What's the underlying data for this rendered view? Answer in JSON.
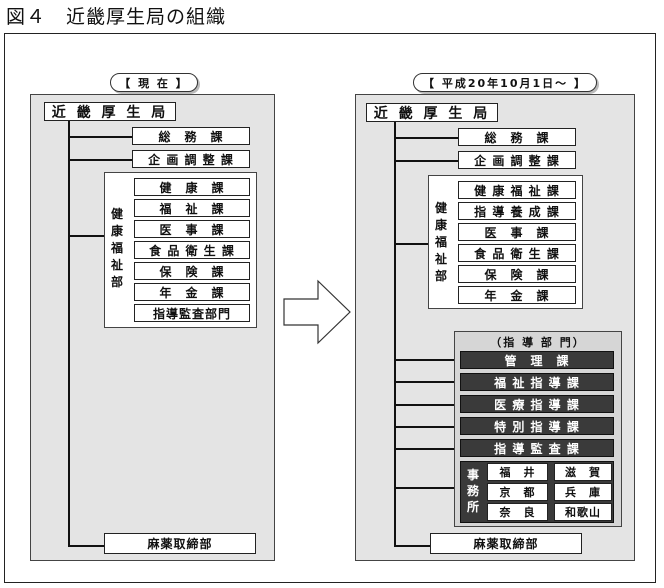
{
  "title": "図４　近畿厚生局の組織",
  "left": {
    "tag": "【 現 在 】",
    "head": "近 畿 厚 生 局",
    "top_units": [
      "総　務　課",
      "企 画 調 整 課"
    ],
    "dept_label": [
      "健",
      "康",
      "福",
      "祉",
      "部"
    ],
    "dept_units": [
      "健　康　課",
      "福　祉　課",
      "医　事　課",
      "食 品 衛 生 課",
      "保　険　課",
      "年　金　課",
      "指導監査部門"
    ],
    "bottom": "麻薬取締部"
  },
  "right": {
    "tag": "【 平成20年10月1日～ 】",
    "head": "近 畿 厚 生 局",
    "top_units": [
      "総　務　課",
      "企 画 調 整 課"
    ],
    "dept_label": [
      "健",
      "康",
      "福",
      "祉",
      "部"
    ],
    "dept_units": [
      "健 康 福 祉 課",
      "指 導 養 成 課",
      "医　事　課",
      "食 品 衛 生 課",
      "保　険　課",
      "年　金　課"
    ],
    "division_label": "（指 導 部 門）",
    "division_units": [
      "管　理　課",
      "福 祉 指 導 課",
      "医 療 指 導 課",
      "特 別 指 導 課",
      "指 導 監 査 課"
    ],
    "office_label": [
      "事",
      "務",
      "所"
    ],
    "offices": [
      "福　井",
      "滋　賀",
      "京　都",
      "兵　庫",
      "奈　良",
      "和歌山"
    ],
    "bottom": "麻薬取締部"
  }
}
